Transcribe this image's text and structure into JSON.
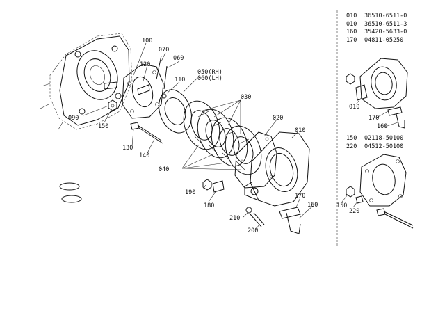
{
  "callouts": {
    "c100": "100",
    "c070": "070",
    "c060": "060",
    "c120": "120",
    "c110": "110",
    "c050": "050(RH)",
    "c060lh": "060(LH)",
    "c030": "030",
    "c020": "020",
    "c010": "010",
    "c090": "090",
    "c150": "150",
    "c130": "130",
    "c140": "140",
    "c040": "040",
    "c190": "190",
    "c180": "180",
    "c170": "170",
    "c160": "160",
    "c210": "210",
    "c200": "200"
  },
  "inset_callouts": {
    "i010": "010",
    "i170": "170",
    "i160": "160",
    "i150": "150",
    "i220": "220"
  },
  "parts_group1": [
    {
      "num": "010",
      "pn": "36510-6511-0"
    },
    {
      "num": "010",
      "pn": "36510-6511-3"
    },
    {
      "num": "160",
      "pn": "35420-5633-0"
    },
    {
      "num": "170",
      "pn": "04811-05250"
    }
  ],
  "parts_group2": [
    {
      "num": "150",
      "pn": "02118-50100"
    },
    {
      "num": "220",
      "pn": "04512-50100"
    }
  ],
  "colors": {
    "line": "#111111",
    "background": "#ffffff"
  }
}
